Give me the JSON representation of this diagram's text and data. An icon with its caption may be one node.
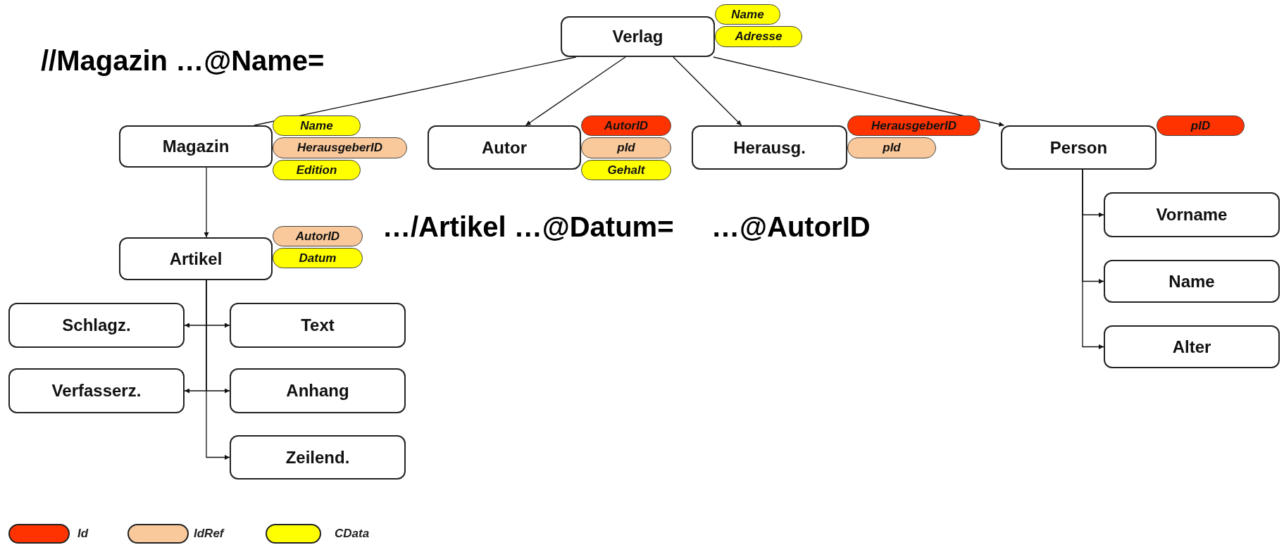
{
  "diagram": {
    "nodes": [
      {
        "text": [
          "Verlag"
        ]
      },
      {
        "text": [
          "Name"
        ]
      },
      {
        "text": [
          "Adresse"
        ]
      },
      {
        "text": [
          "Magazin"
        ]
      },
      {
        "text": [
          "Name"
        ]
      },
      {
        "text": [
          "HerausgeberID"
        ]
      },
      {
        "text": [
          "Edition"
        ]
      },
      {
        "text": [
          "Autor"
        ]
      },
      {
        "text": [
          "AutorID"
        ]
      },
      {
        "text": [
          "pId"
        ]
      },
      {
        "text": [
          "Gehalt"
        ]
      },
      {
        "text": [
          "Herausg."
        ]
      },
      {
        "text": [
          "HerausgeberID"
        ]
      },
      {
        "text": [
          "pId"
        ]
      },
      {
        "text": [
          "Person"
        ]
      },
      {
        "text": [
          "pID"
        ]
      },
      {
        "text": [
          "Artikel"
        ]
      },
      {
        "text": [
          "AutorID"
        ]
      },
      {
        "text": [
          "Datum"
        ]
      },
      {
        "text": [
          "Schlagz."
        ]
      },
      {
        "text": [
          "Text"
        ]
      },
      {
        "text": [
          "Verfasserz."
        ]
      },
      {
        "text": [
          "Anhang"
        ]
      },
      {
        "text": [
          "Zeilend."
        ]
      },
      {
        "text": [
          "Vorname"
        ]
      },
      {
        "text": [
          "Name"
        ]
      },
      {
        "text": [
          "Alter"
        ]
      }
    ],
    "edges": [
      {
        "from": 0,
        "to": 3,
        "arrow": "none"
      },
      {
        "from": 0,
        "to": 7,
        "arrow": "to"
      },
      {
        "from": 0,
        "to": 11,
        "arrow": "to"
      },
      {
        "from": 0,
        "to": 14,
        "arrow": "to"
      },
      {
        "from": 3,
        "to": 16,
        "arrow": "to"
      },
      {
        "from": 16,
        "to": 19,
        "arrow": "to"
      },
      {
        "from": 16,
        "to": 20,
        "arrow": "to"
      },
      {
        "from": 16,
        "to": 21,
        "arrow": "to"
      },
      {
        "from": 16,
        "to": 22,
        "arrow": "to"
      },
      {
        "from": 16,
        "to": 23,
        "arrow": "to"
      },
      {
        "from": 14,
        "to": 24,
        "arrow": "to"
      },
      {
        "from": 14,
        "to": 25,
        "arrow": "to"
      },
      {
        "from": 14,
        "to": 26,
        "arrow": "to"
      }
    ],
    "labels": [
      "//Magazin …@Name=",
      "…/Artikel …@Datum=",
      "…@AutorID"
    ],
    "legend": [
      {
        "text": "Id",
        "color": "#ff3300"
      },
      {
        "text": "IdRef",
        "color": "#f9c89b"
      },
      {
        "text": "CData",
        "color": "#ffff00"
      }
    ]
  }
}
